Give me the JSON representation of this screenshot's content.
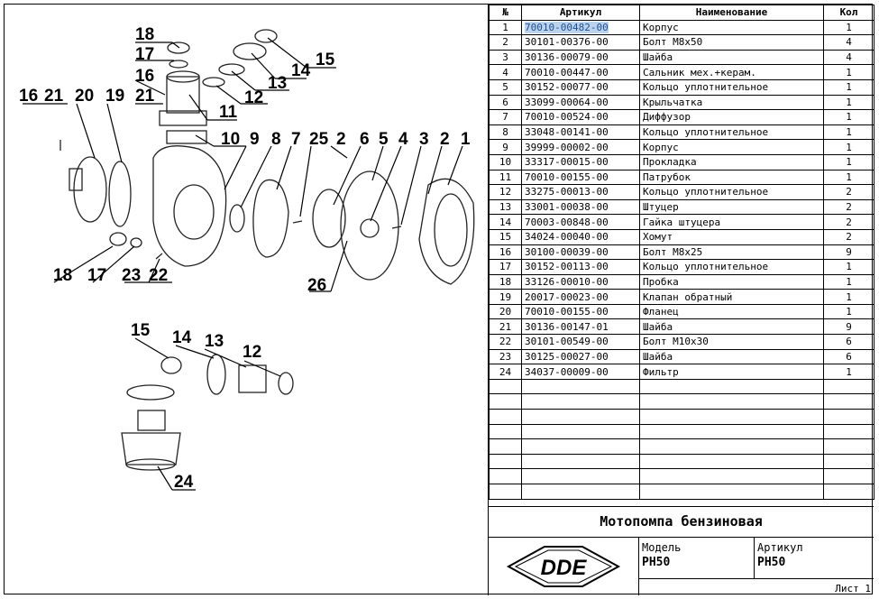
{
  "table": {
    "headers": {
      "num": "№",
      "article": "Артикул",
      "name": "Наименование",
      "qty": "Кол"
    },
    "rows": [
      {
        "num": "1",
        "article": "70010-00482-00",
        "name": "Корпус",
        "qty": "1"
      },
      {
        "num": "2",
        "article": "30101-00376-00",
        "name": "Болт M8x50",
        "qty": "4"
      },
      {
        "num": "3",
        "article": "30136-00079-00",
        "name": "Шайба",
        "qty": "4"
      },
      {
        "num": "4",
        "article": "70010-00447-00",
        "name": "Сальник мех.+керам.",
        "qty": "1"
      },
      {
        "num": "5",
        "article": "30152-00077-00",
        "name": "Кольцо уплотнительное",
        "qty": "1"
      },
      {
        "num": "6",
        "article": "33099-00064-00",
        "name": "Крыльчатка",
        "qty": "1"
      },
      {
        "num": "7",
        "article": "70010-00524-00",
        "name": "Диффузор",
        "qty": "1"
      },
      {
        "num": "8",
        "article": "33048-00141-00",
        "name": "Кольцо уплотнительное",
        "qty": "1"
      },
      {
        "num": "9",
        "article": "39999-00002-00",
        "name": "Корпус",
        "qty": "1"
      },
      {
        "num": "10",
        "article": "33317-00015-00",
        "name": "Прокладка",
        "qty": "1"
      },
      {
        "num": "11",
        "article": "70010-00155-00",
        "name": "Патрубок",
        "qty": "1"
      },
      {
        "num": "12",
        "article": "33275-00013-00",
        "name": "Кольцо уплотнительное",
        "qty": "2"
      },
      {
        "num": "13",
        "article": "33001-00038-00",
        "name": "Штуцер",
        "qty": "2"
      },
      {
        "num": "14",
        "article": "70003-00848-00",
        "name": "Гайка штуцера",
        "qty": "2"
      },
      {
        "num": "15",
        "article": "34024-00040-00",
        "name": "Хомут",
        "qty": "2"
      },
      {
        "num": "16",
        "article": "30100-00039-00",
        "name": "Болт M8x25",
        "qty": "9"
      },
      {
        "num": "17",
        "article": "30152-00113-00",
        "name": "Кольцо уплотнительное",
        "qty": "1"
      },
      {
        "num": "18",
        "article": "33126-00010-00",
        "name": "Пробка",
        "qty": "1"
      },
      {
        "num": "19",
        "article": "20017-00023-00",
        "name": "Клапан обратный",
        "qty": "1"
      },
      {
        "num": "20",
        "article": "70010-00155-00",
        "name": "Фланец",
        "qty": "1"
      },
      {
        "num": "21",
        "article": "30136-00147-01",
        "name": "Шайба",
        "qty": "9"
      },
      {
        "num": "22",
        "article": "30101-00549-00",
        "name": "Болт M10x30",
        "qty": "6"
      },
      {
        "num": "23",
        "article": "30125-00027-00",
        "name": "Шайба",
        "qty": "6"
      },
      {
        "num": "24",
        "article": "34037-00009-00",
        "name": "Фильтр",
        "qty": "1"
      }
    ],
    "empty_rows": 8
  },
  "title_block": {
    "title": "Мотопомпа бензиновая",
    "logo_text": "DDE",
    "model_label": "Модель",
    "model_value": "PH50",
    "article_label": "Артикул",
    "article_value": "PH50",
    "sheet": "Лист 1"
  },
  "callouts": [
    {
      "id": "c18a",
      "text": "18"
    },
    {
      "id": "c17a",
      "text": "17"
    },
    {
      "id": "c16a",
      "text": "16"
    },
    {
      "id": "c21a",
      "text": "21"
    },
    {
      "id": "c15a",
      "text": "15"
    },
    {
      "id": "c14a",
      "text": "14"
    },
    {
      "id": "c13a",
      "text": "13"
    },
    {
      "id": "c12a",
      "text": "12"
    },
    {
      "id": "c11",
      "text": "11"
    },
    {
      "id": "c10",
      "text": "10"
    },
    {
      "id": "c9",
      "text": "9"
    },
    {
      "id": "c8",
      "text": "8"
    },
    {
      "id": "c7",
      "text": "7"
    },
    {
      "id": "c25",
      "text": "25"
    },
    {
      "id": "c2a",
      "text": "2"
    },
    {
      "id": "c6",
      "text": "6"
    },
    {
      "id": "c5",
      "text": "5"
    },
    {
      "id": "c4",
      "text": "4"
    },
    {
      "id": "c3",
      "text": "3"
    },
    {
      "id": "c2b",
      "text": "2"
    },
    {
      "id": "c1",
      "text": "1"
    },
    {
      "id": "c16b",
      "text": "16"
    },
    {
      "id": "c21b",
      "text": "21"
    },
    {
      "id": "c20",
      "text": "20"
    },
    {
      "id": "c19",
      "text": "19"
    },
    {
      "id": "c18b",
      "text": "18"
    },
    {
      "id": "c17b",
      "text": "17"
    },
    {
      "id": "c23",
      "text": "23"
    },
    {
      "id": "c22",
      "text": "22"
    },
    {
      "id": "c26",
      "text": "26"
    },
    {
      "id": "c15b",
      "text": "15"
    },
    {
      "id": "c14b",
      "text": "14"
    },
    {
      "id": "c13b",
      "text": "13"
    },
    {
      "id": "c12b",
      "text": "12"
    },
    {
      "id": "c24",
      "text": "24"
    }
  ]
}
